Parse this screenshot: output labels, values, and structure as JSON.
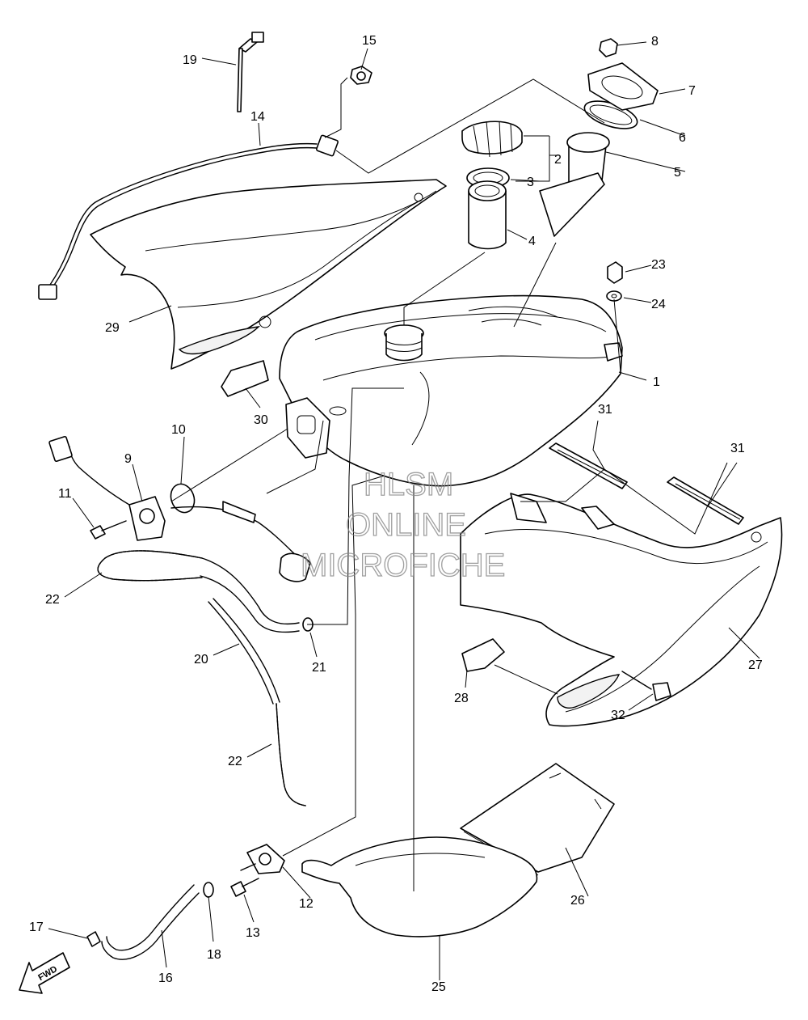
{
  "watermark": {
    "line1": "HLSM",
    "line2": "ONLINE",
    "line3": "MICROFICHE"
  },
  "direction_label": "FWD",
  "callouts": [
    "1",
    "2",
    "3",
    "4",
    "5",
    "6",
    "7",
    "8",
    "9",
    "10",
    "11",
    "12",
    "13",
    "14",
    "15",
    "16",
    "17",
    "18",
    "19",
    "20",
    "21",
    "22",
    "22",
    "23",
    "24",
    "25",
    "26",
    "27",
    "28",
    "29",
    "30",
    "31",
    "31",
    "32"
  ]
}
